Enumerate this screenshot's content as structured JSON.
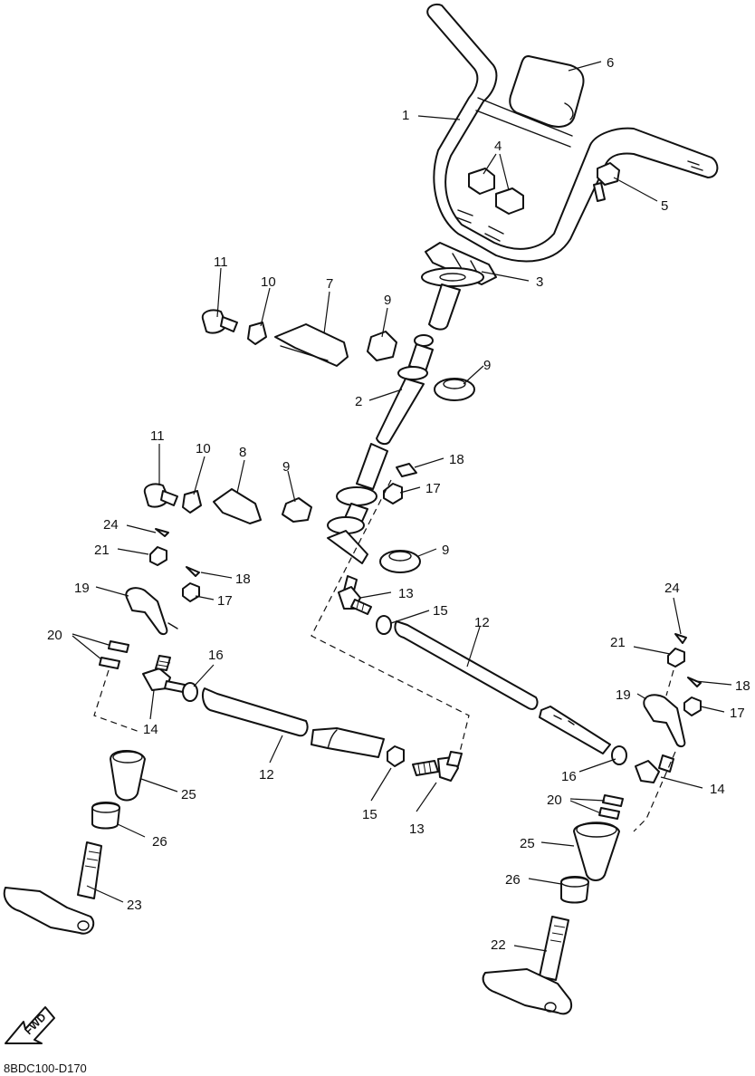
{
  "diagram_code": "8BDC100-D170",
  "fwd_label": "FWD",
  "callouts": [
    {
      "id": "c-1",
      "text": "1"
    },
    {
      "id": "c-2",
      "text": "2"
    },
    {
      "id": "c-3",
      "text": "3"
    },
    {
      "id": "c-4",
      "text": "4"
    },
    {
      "id": "c-5",
      "text": "5"
    },
    {
      "id": "c-6",
      "text": "6"
    },
    {
      "id": "c-7",
      "text": "7"
    },
    {
      "id": "c-8",
      "text": "8"
    },
    {
      "id": "c-9a",
      "text": "9"
    },
    {
      "id": "c-9b",
      "text": "9"
    },
    {
      "id": "c-9c",
      "text": "9"
    },
    {
      "id": "c-9d",
      "text": "9"
    },
    {
      "id": "c-10a",
      "text": "10"
    },
    {
      "id": "c-10b",
      "text": "10"
    },
    {
      "id": "c-11a",
      "text": "11"
    },
    {
      "id": "c-11b",
      "text": "11"
    },
    {
      "id": "c-12a",
      "text": "12"
    },
    {
      "id": "c-12b",
      "text": "12"
    },
    {
      "id": "c-13a",
      "text": "13"
    },
    {
      "id": "c-13b",
      "text": "13"
    },
    {
      "id": "c-14a",
      "text": "14"
    },
    {
      "id": "c-14b",
      "text": "14"
    },
    {
      "id": "c-15a",
      "text": "15"
    },
    {
      "id": "c-15b",
      "text": "15"
    },
    {
      "id": "c-16a",
      "text": "16"
    },
    {
      "id": "c-16b",
      "text": "16"
    },
    {
      "id": "c-17a",
      "text": "17"
    },
    {
      "id": "c-17b",
      "text": "17"
    },
    {
      "id": "c-17c",
      "text": "17"
    },
    {
      "id": "c-18a",
      "text": "18"
    },
    {
      "id": "c-18b",
      "text": "18"
    },
    {
      "id": "c-18c",
      "text": "18"
    },
    {
      "id": "c-19a",
      "text": "19"
    },
    {
      "id": "c-19b",
      "text": "19"
    },
    {
      "id": "c-20a",
      "text": "20"
    },
    {
      "id": "c-20b",
      "text": "20"
    },
    {
      "id": "c-21a",
      "text": "21"
    },
    {
      "id": "c-21b",
      "text": "21"
    },
    {
      "id": "c-22",
      "text": "22"
    },
    {
      "id": "c-23",
      "text": "23"
    },
    {
      "id": "c-24a",
      "text": "24"
    },
    {
      "id": "c-24b",
      "text": "24"
    },
    {
      "id": "c-25a",
      "text": "25"
    },
    {
      "id": "c-25b",
      "text": "25"
    },
    {
      "id": "c-26a",
      "text": "26"
    },
    {
      "id": "c-26b",
      "text": "26"
    }
  ]
}
